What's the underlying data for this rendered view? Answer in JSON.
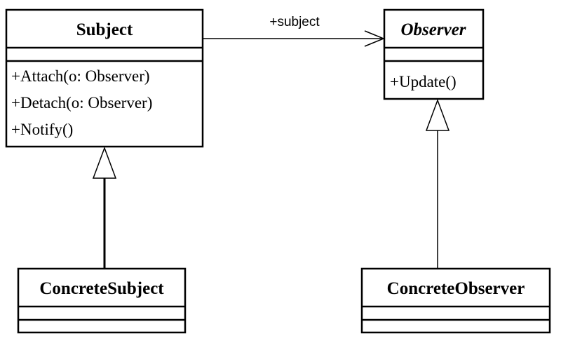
{
  "classes": {
    "subject": {
      "name": "Subject",
      "operations": [
        "+Attach(o: Observer)",
        "+Detach(o: Observer)",
        "+Notify()"
      ]
    },
    "observer": {
      "name": "Observer",
      "operations": [
        "+Update()"
      ]
    },
    "concrete_subject": {
      "name": "ConcreteSubject"
    },
    "concrete_observer": {
      "name": "ConcreteObserver"
    }
  },
  "association": {
    "label": "+subject"
  }
}
